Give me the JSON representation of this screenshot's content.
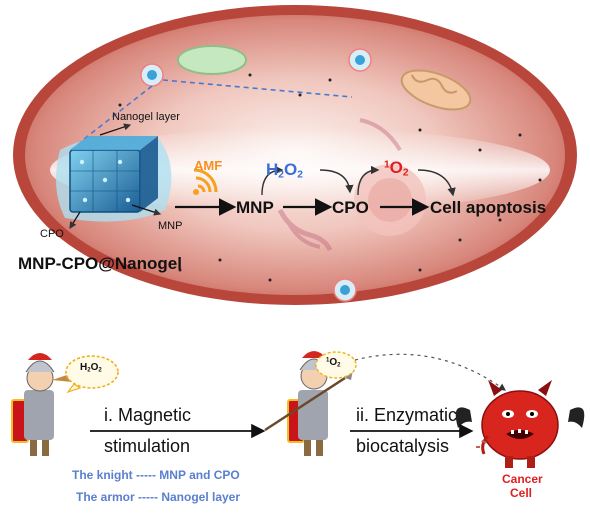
{
  "top": {
    "nanogel_label": "Nanogel layer",
    "cpo_label": "CPO",
    "mnp_small_label": "MNP",
    "particle_title": "MNP-CPO@Nanogel",
    "amf_label": "AMF",
    "h2o2": {
      "base": "H",
      "sub1": "2",
      "mid": "O",
      "sub2": "2"
    },
    "singlet": {
      "sup": "1",
      "base": "O",
      "sub": "2"
    },
    "mnp": "MNP",
    "cpo": "CPO",
    "apoptosis": "Cell apoptosis"
  },
  "bottom": {
    "h2o2_bubble": {
      "base": "H",
      "sub1": "2",
      "mid": "O",
      "sub2": "2"
    },
    "singlet_bubble": {
      "sup": "1",
      "base": "O",
      "sub": "2"
    },
    "step1_line1": "i. Magnetic",
    "step1_line2": "stimulation",
    "step2_line1": "ii. Enzymatic",
    "step2_line2": "biocatalysis",
    "cancer_line1": "Cancer",
    "cancer_line2": "Cell",
    "legend_knight": "The knight ----- MNP and CPO",
    "legend_armor": "The armor ----- Nanogel layer"
  },
  "colors": {
    "cell_outer": "#c0473c",
    "cell_inner": "#f3d2cc",
    "highlight": "#fbeee9",
    "cube": "#1f77b4",
    "blue_text": "#3a6fd8",
    "red_text": "#e02020",
    "devil": "#d8261f"
  }
}
